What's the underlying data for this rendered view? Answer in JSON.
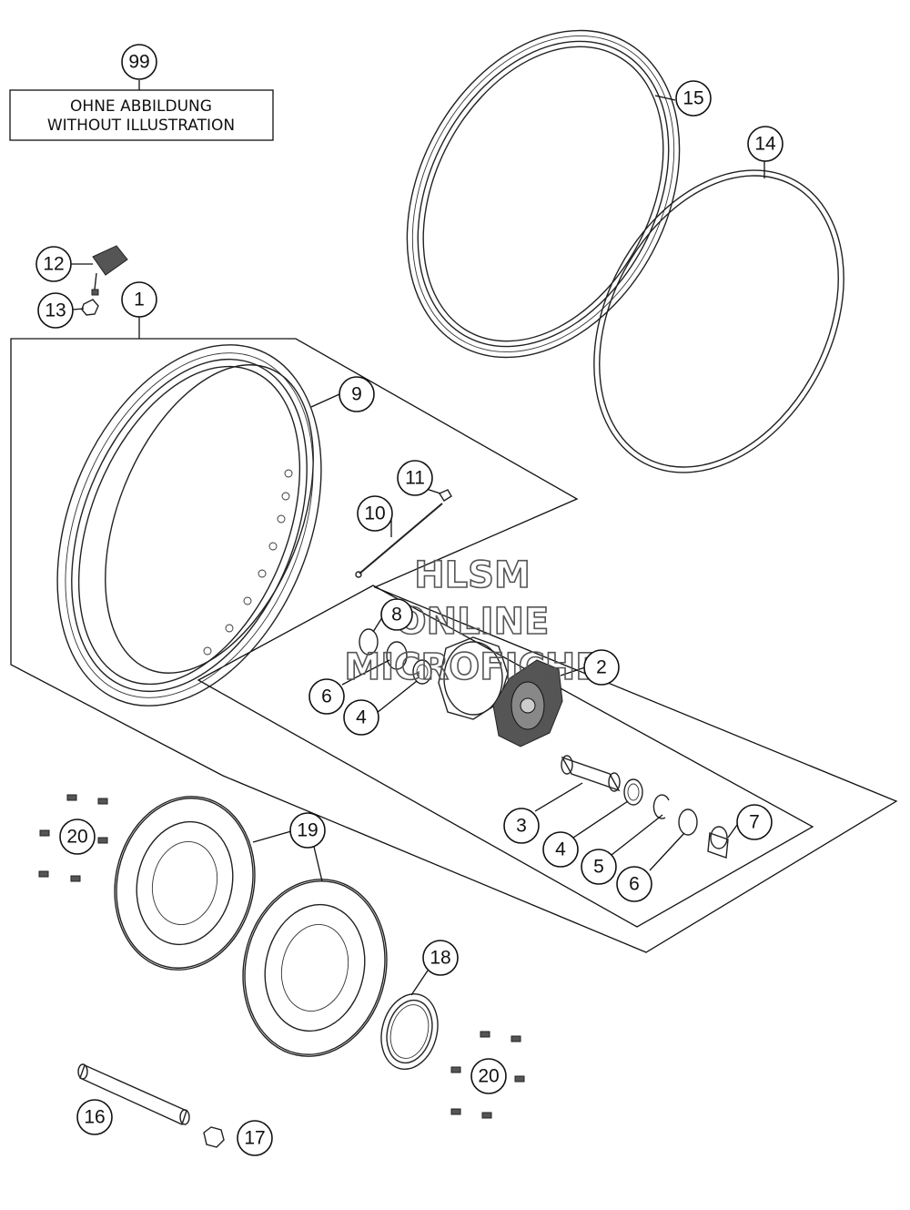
{
  "note_box": {
    "number": "99",
    "line1": "OHNE ABBILDUNG",
    "line2": "WITHOUT ILLUSTRATION"
  },
  "callouts": [
    {
      "id": "c99",
      "label": "99"
    },
    {
      "id": "c15",
      "label": "15"
    },
    {
      "id": "c14",
      "label": "14"
    },
    {
      "id": "c12",
      "label": "12"
    },
    {
      "id": "c13",
      "label": "13"
    },
    {
      "id": "c1",
      "label": "1"
    },
    {
      "id": "c9",
      "label": "9"
    },
    {
      "id": "c11",
      "label": "11"
    },
    {
      "id": "c10",
      "label": "10"
    },
    {
      "id": "c8",
      "label": "8"
    },
    {
      "id": "c2",
      "label": "2"
    },
    {
      "id": "c6a",
      "label": "6"
    },
    {
      "id": "c4a",
      "label": "4"
    },
    {
      "id": "c3",
      "label": "3"
    },
    {
      "id": "c7",
      "label": "7"
    },
    {
      "id": "c4b",
      "label": "4"
    },
    {
      "id": "c5",
      "label": "5"
    },
    {
      "id": "c6b",
      "label": "6"
    },
    {
      "id": "c20a",
      "label": "20"
    },
    {
      "id": "c19",
      "label": "19"
    },
    {
      "id": "c18",
      "label": "18"
    },
    {
      "id": "c20b",
      "label": "20"
    },
    {
      "id": "c16",
      "label": "16"
    },
    {
      "id": "c17",
      "label": "17"
    }
  ],
  "watermark": {
    "line1": "HLSM",
    "line2": "ONLINE",
    "line3": "MICROFICHE"
  }
}
